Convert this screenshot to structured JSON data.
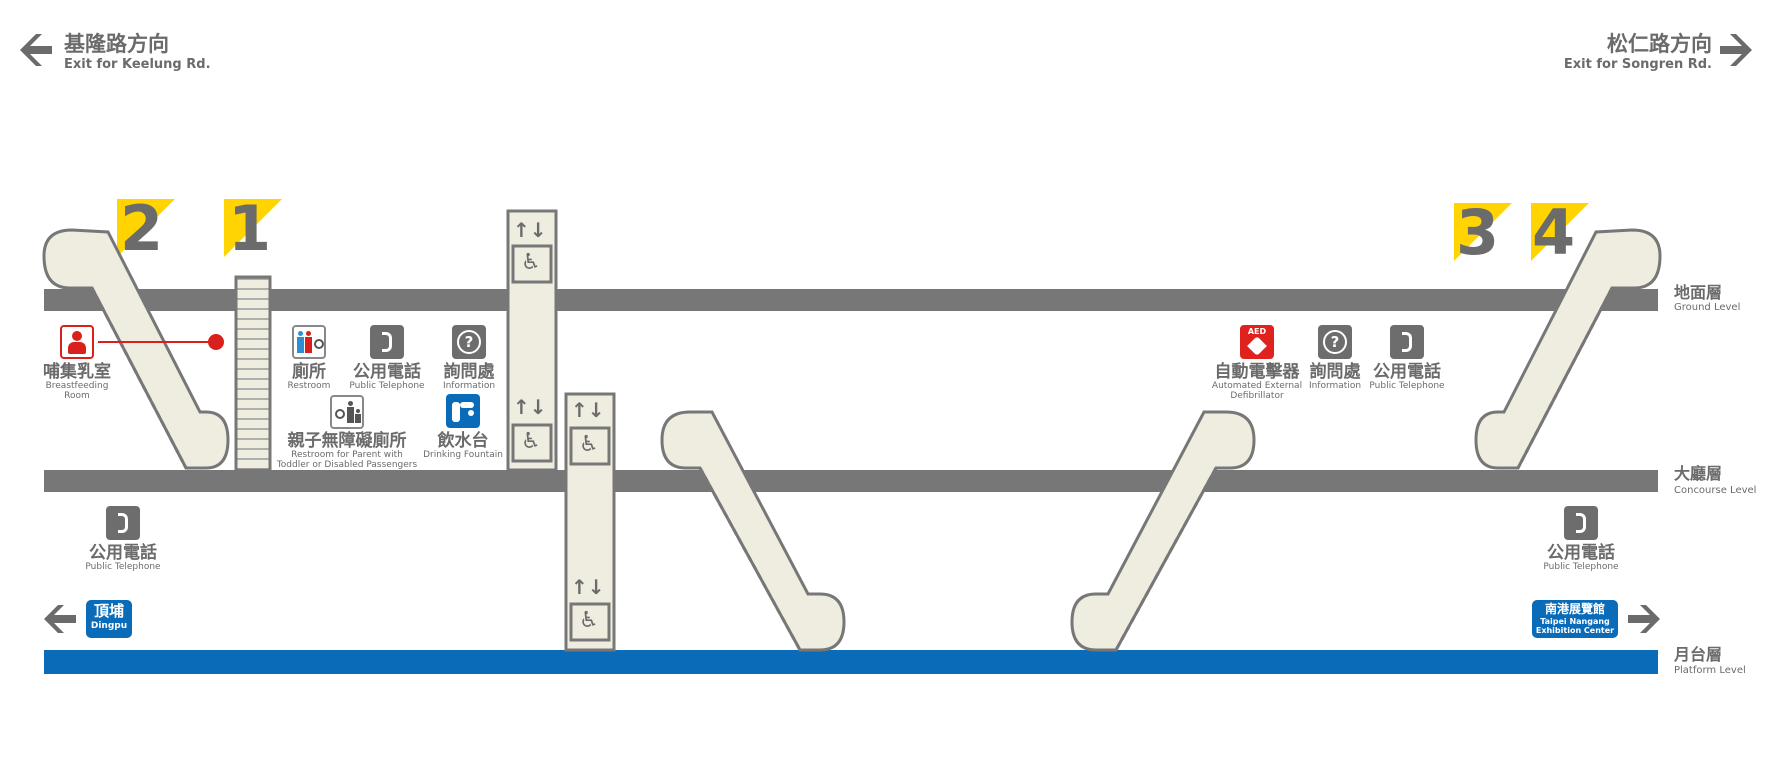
{
  "exits": {
    "left": {
      "title_zh": "基隆路方向",
      "title_en": "Exit for Keelung Rd."
    },
    "right": {
      "title_zh": "松仁路方向",
      "title_en": "Exit for Songren Rd."
    }
  },
  "exit_numbers": [
    "2",
    "1",
    "3",
    "4"
  ],
  "levels": {
    "ground": {
      "zh": "地面層",
      "en": "Ground Level"
    },
    "concourse": {
      "zh": "大廳層",
      "en": "Concourse Level"
    },
    "platform": {
      "zh": "月台層",
      "en": "Platform Level"
    }
  },
  "facilities": {
    "breastfeeding": {
      "zh": "哺集乳室",
      "en1": "Breastfeeding",
      "en2": "Room"
    },
    "restroom": {
      "zh": "廁所",
      "en": "Restroom"
    },
    "phone_left": {
      "zh": "公用電話",
      "en": "Public Telephone"
    },
    "info_left": {
      "zh": "詢問處",
      "en": "Information"
    },
    "family_restroom": {
      "zh": "親子無障礙廁所",
      "en1": "Restroom for Parent with",
      "en2": "Toddler or Disabled Passengers"
    },
    "fountain": {
      "zh": "飲水台",
      "en": "Drinking Fountain"
    },
    "aed": {
      "zh": "自動電擊器",
      "en1": "Automated External",
      "en2": "Defibrillator",
      "badge": "AED"
    },
    "info_right": {
      "zh": "詢問處",
      "en": "Information"
    },
    "phone_right_top": {
      "zh": "公用電話",
      "en": "Public Telephone"
    },
    "phone_concourse_left": {
      "zh": "公用電話",
      "en": "Public Telephone"
    },
    "phone_concourse_right": {
      "zh": "公用電話",
      "en": "Public Telephone"
    }
  },
  "directions": {
    "left": {
      "zh": "頂埔",
      "en": "Dingpu"
    },
    "right": {
      "zh": "南港展覽館",
      "en1": "Taipei Nangang",
      "en2": "Exhibition Center"
    }
  },
  "colors": {
    "floor": "#777777",
    "platform": "#0a6bb8",
    "exit_yellow": "#ffd400",
    "escalator_fill": "#efede0",
    "aed_red": "#e0221e",
    "icon_gray": "#6d6d6d",
    "icon_blue": "#0a6bb8"
  }
}
